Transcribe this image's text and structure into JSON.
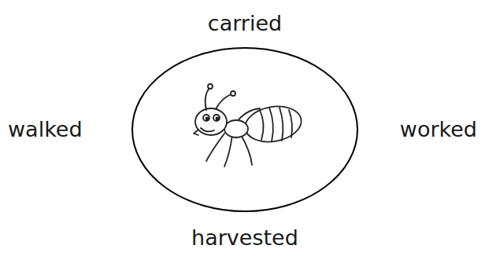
{
  "diagram": {
    "labels": [
      "carried",
      "walked",
      "worked",
      "harvested"
    ]
  }
}
